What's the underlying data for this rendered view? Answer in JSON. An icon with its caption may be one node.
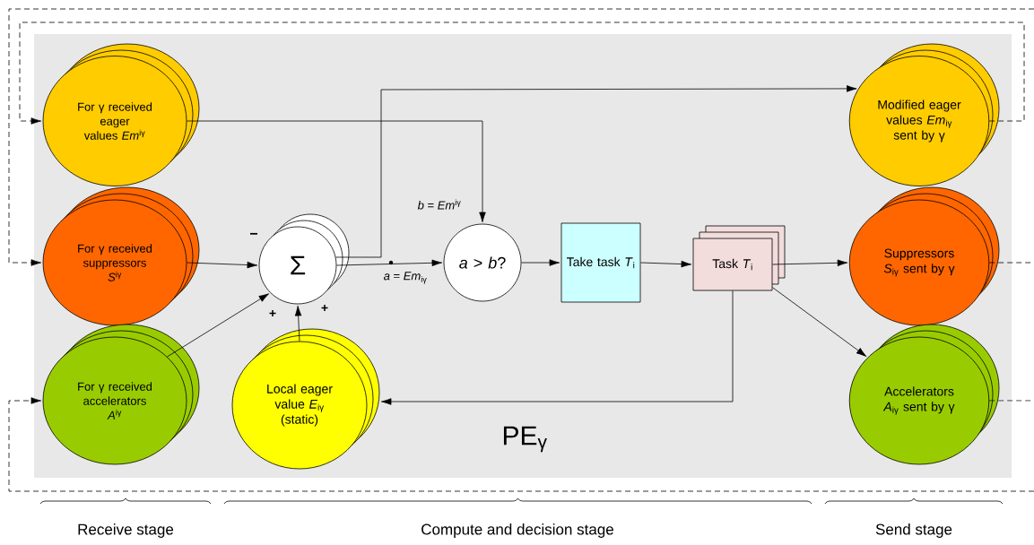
{
  "diagram": {
    "nodes": [
      {
        "text": [
          "PE$_{γ}$"
        ]
      },
      {
        "text": [
          "For γ received eager values *Em*$^{iγ}$"
        ],
        "in": 0
      },
      {
        "text": [
          "For γ received suppressors *S*$^{iγ}$"
        ],
        "in": 0
      },
      {
        "text": [
          "For γ received accelerators *A*$^{iγ}$"
        ],
        "in": 0
      },
      {
        "text": [
          "Σ"
        ],
        "in": 0
      },
      {
        "text": [
          "Local eager value *E*$_{iγ}$ (static)"
        ],
        "in": 0
      },
      {
        "text": [
          "*a* > *b*?"
        ],
        "in": 0
      },
      {
        "text": [
          "Take task *T*$_{i}$"
        ],
        "in": 0
      },
      {
        "text": [
          "Task *T*$_{i}$"
        ],
        "in": 0
      },
      {
        "text": [
          "Modified eager values *Em*$_{iγ}$ sent by γ"
        ],
        "in": 0
      },
      {
        "text": [
          "Suppressors *S*$_{iγ}$ sent by γ"
        ],
        "in": 0
      },
      {
        "text": [
          "Accelerators *A*$_{iγ}$ sent by γ"
        ],
        "in": 0
      }
    ],
    "edges": [
      {
        "from": 1,
        "to": 6,
        "arrow": "to",
        "label": "*b* = *Em*$^{iγ}$"
      },
      {
        "from": 2,
        "to": 4,
        "arrow": "to"
      },
      {
        "from": 3,
        "to": 4,
        "arrow": "to"
      },
      {
        "from": 5,
        "to": 4,
        "arrow": "to"
      },
      {
        "from": 4,
        "to": 6,
        "arrow": "to",
        "label": "*a* = *Em*$_{iγ}$"
      },
      {
        "from": 4,
        "to": 9,
        "arrow": "to"
      },
      {
        "from": 6,
        "to": 7,
        "arrow": "to"
      },
      {
        "from": 7,
        "to": 8,
        "arrow": "to"
      },
      {
        "from": 8,
        "to": 10,
        "arrow": "to"
      },
      {
        "from": 8,
        "to": 11,
        "arrow": "to"
      },
      {
        "from": 8,
        "to": 5,
        "arrow": "to"
      },
      {
        "from": 9,
        "to": 1,
        "arrow": "to",
        "style": "dashed"
      },
      {
        "from": 10,
        "to": null,
        "arrow": "none",
        "style": "dashed"
      },
      {
        "from": null,
        "to": 2,
        "arrow": "to",
        "style": "dashed"
      },
      {
        "from": 11,
        "to": null,
        "arrow": "none",
        "style": "dashed"
      },
      {
        "from": null,
        "to": 3,
        "arrow": "to",
        "style": "dashed"
      }
    ],
    "labels": [
      "−",
      "+",
      "+",
      "Receive stage",
      "Compute and decision stage",
      "Send stage"
    ]
  }
}
